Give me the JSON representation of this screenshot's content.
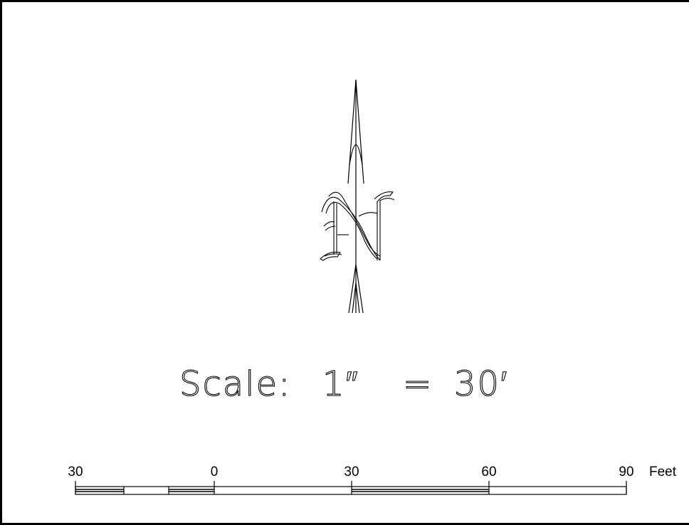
{
  "scale_statement": {
    "label": "Scale:",
    "inch": "1″",
    "equals": "=",
    "feet": "30′"
  },
  "north_arrow": {
    "icon": "north-arrow-icon",
    "letter": "N"
  },
  "scale_bar": {
    "unit": "Feet",
    "ticks": [
      "30",
      "0",
      "30",
      "60",
      "90"
    ],
    "values": [
      -30,
      0,
      30,
      60,
      90
    ]
  },
  "colors": {
    "line": "#000000",
    "background": "#ffffff"
  }
}
